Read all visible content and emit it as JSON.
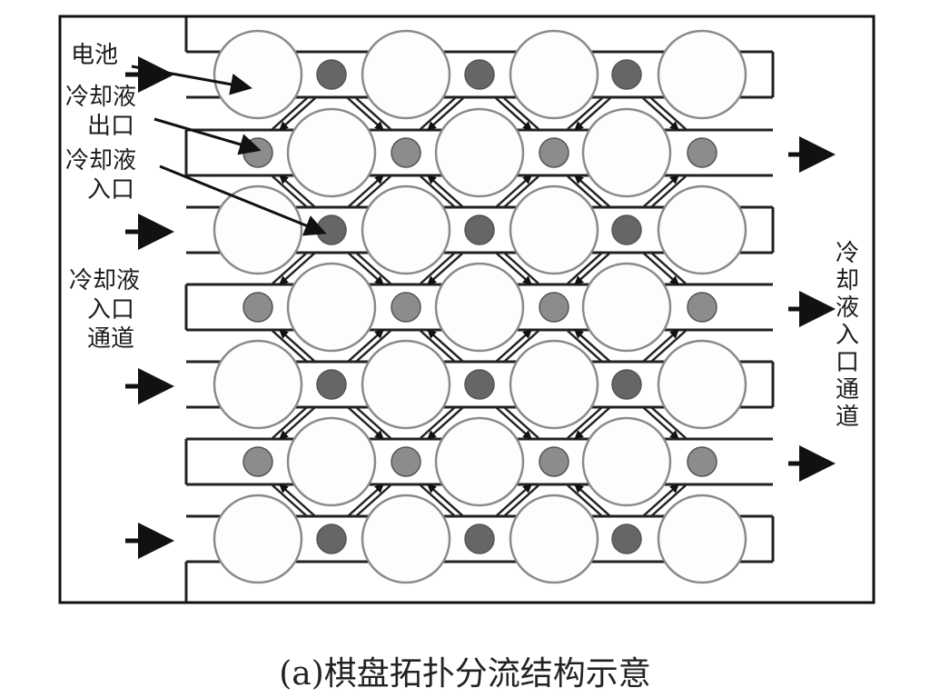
{
  "labels": {
    "battery": "电池",
    "coolant_outlet": [
      "冷却液",
      "出口"
    ],
    "coolant_inlet": [
      "冷却液",
      "入口"
    ],
    "inlet_channel_left": [
      "冷却液",
      "入口",
      "通道"
    ],
    "inlet_channel_right": "冷却液入口通道"
  },
  "caption": "(a)棋盘拓扑分流结构示意",
  "colors": {
    "battery_fill": "#fdfdfd",
    "battery_stroke": "#8a8a8a",
    "outlet_fill": "#666666",
    "inlet_fill": "#8c8c8c",
    "line": "#222222"
  }
}
